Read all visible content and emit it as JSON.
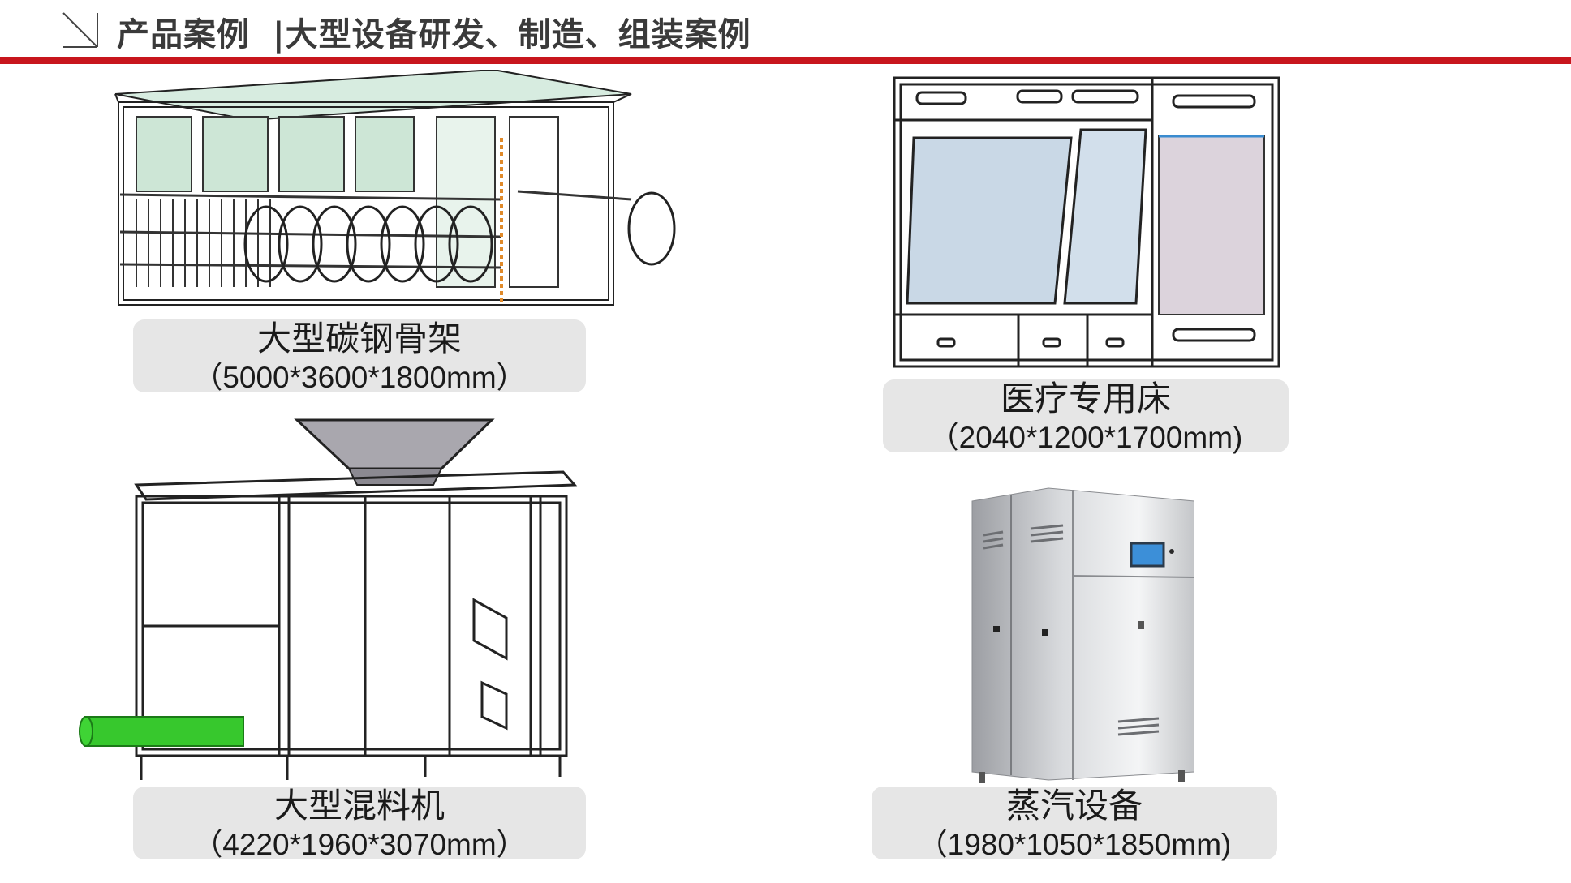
{
  "header": {
    "section": "产品案例",
    "subtitle": "|大型设备研发、制造、组装案例",
    "accent_color": "#c8161d"
  },
  "products": [
    {
      "name": "大型碳钢骨架",
      "dims": "（5000*3600*1800mm）",
      "icon": "carbon-steel-frame-drawing"
    },
    {
      "name": "医疗专用床",
      "dims": "（2040*1200*1700mm)",
      "icon": "medical-bed-drawing"
    },
    {
      "name": "大型混料机",
      "dims": "（4220*1960*3070mm）",
      "icon": "mixer-machine-drawing"
    },
    {
      "name": "蒸汽设备",
      "dims": "（1980*1050*1850mm)",
      "icon": "steam-equipment-photo"
    }
  ]
}
